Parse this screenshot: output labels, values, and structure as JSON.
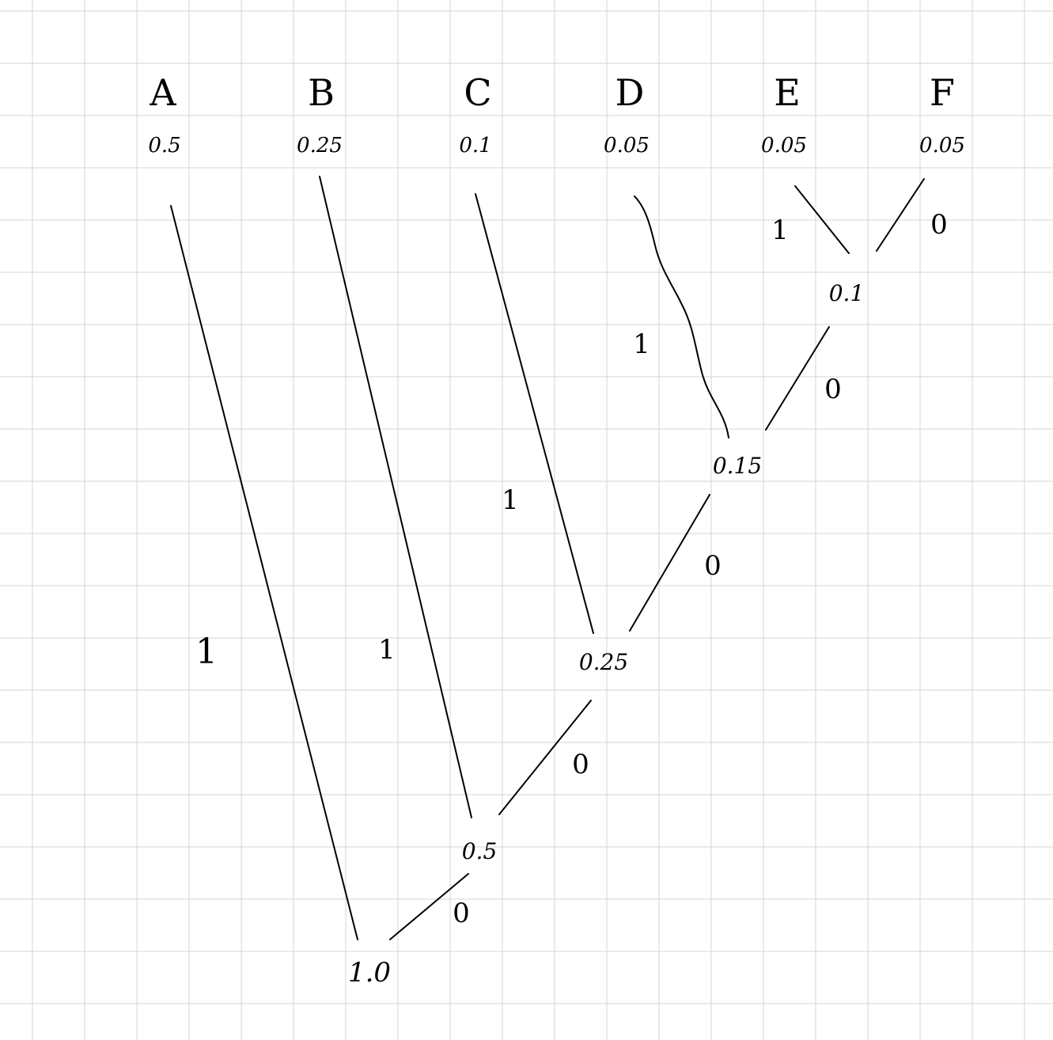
{
  "leaves": [
    {
      "id": "A",
      "label": "A",
      "prob": "0.5"
    },
    {
      "id": "B",
      "label": "B",
      "prob": "0.25"
    },
    {
      "id": "C",
      "label": "C",
      "prob": "0.1"
    },
    {
      "id": "D",
      "label": "D",
      "prob": "0.05"
    },
    {
      "id": "E",
      "label": "E",
      "prob": "0.05"
    },
    {
      "id": "F",
      "label": "F",
      "prob": "0.05"
    }
  ],
  "internal_nodes": [
    {
      "id": "n_ef",
      "value": "0.1"
    },
    {
      "id": "n_def",
      "value": "0.15"
    },
    {
      "id": "n_cdef",
      "value": "0.25"
    },
    {
      "id": "n_bcdef",
      "value": "0.5"
    },
    {
      "id": "root",
      "value": "1.0"
    }
  ],
  "edges": [
    {
      "from": "E",
      "to": "n_ef",
      "bit": "1"
    },
    {
      "from": "F",
      "to": "n_ef",
      "bit": "0"
    },
    {
      "from": "D",
      "to": "n_def",
      "bit": "1"
    },
    {
      "from": "n_ef",
      "to": "n_def",
      "bit": "0"
    },
    {
      "from": "C",
      "to": "n_cdef",
      "bit": "1"
    },
    {
      "from": "n_def",
      "to": "n_cdef",
      "bit": "0"
    },
    {
      "from": "B",
      "to": "n_bcdef",
      "bit": "1"
    },
    {
      "from": "n_cdef",
      "to": "n_bcdef",
      "bit": "0"
    },
    {
      "from": "A",
      "to": "root",
      "bit": "1"
    },
    {
      "from": "n_bcdef",
      "to": "root",
      "bit": "0"
    }
  ]
}
